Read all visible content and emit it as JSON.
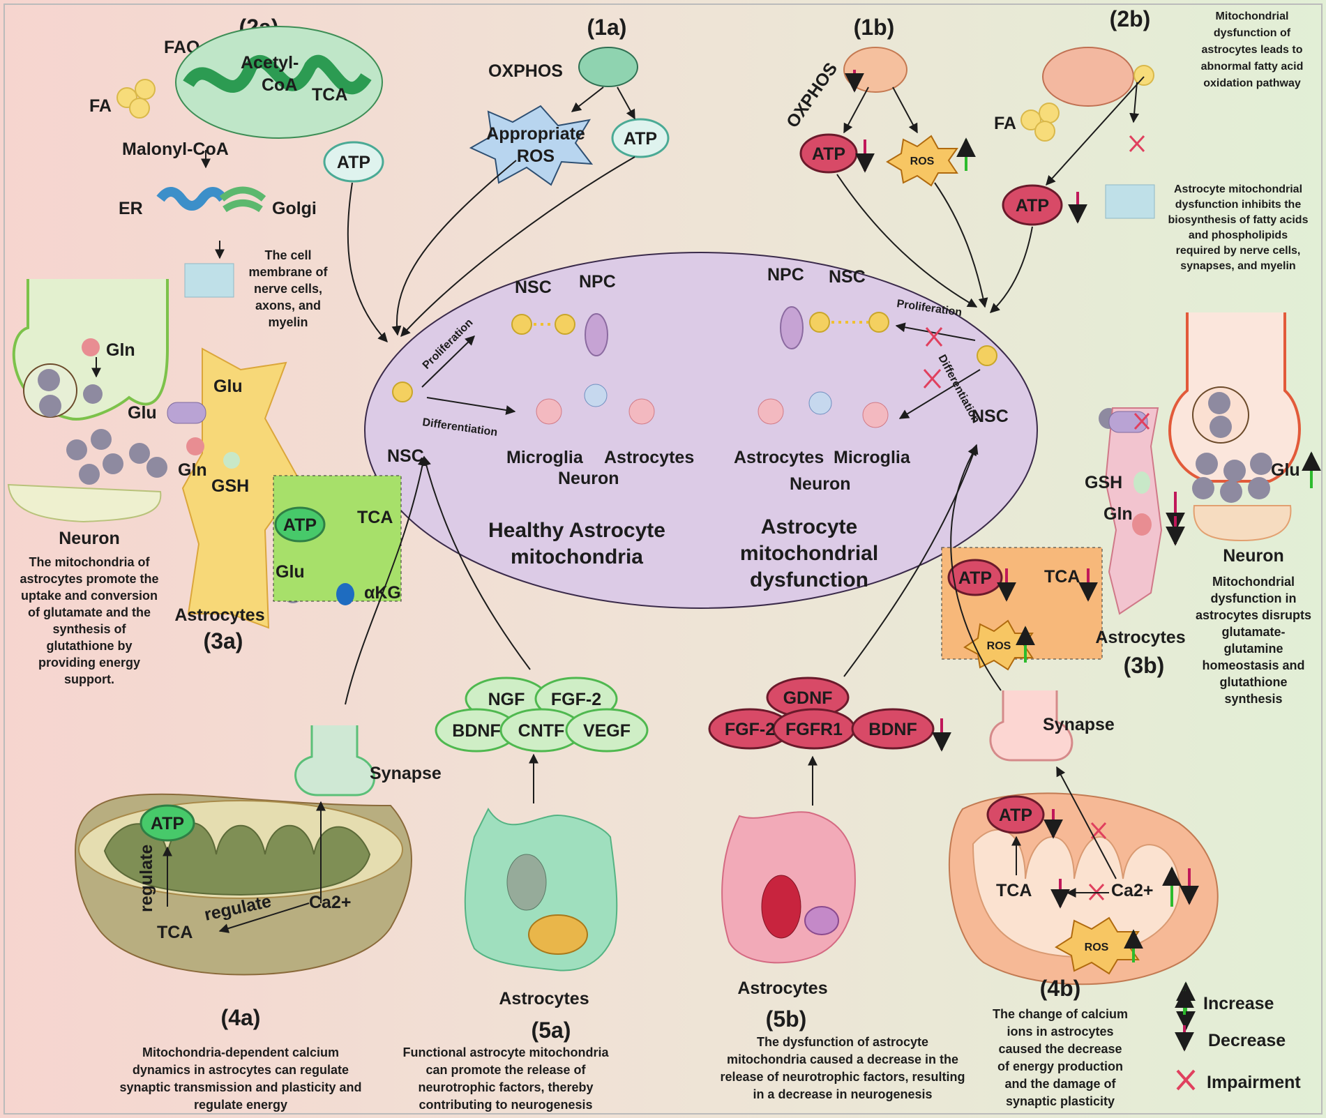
{
  "colors": {
    "left_bg": "#f6d9d2",
    "mid_bg": "#efe2d4",
    "right_bg": "#e5efd9",
    "ellipse": "#dcc8e8",
    "healthy_green": "#47c96a",
    "dysfunction_red": "#d84a67",
    "increase": "#2dbb2d",
    "decrease": "#c0185a"
  },
  "panels": {
    "p1a": {
      "tag": "(1a)",
      "oxphos": "OXPHOS",
      "ros_line1": "Appropriate",
      "ros_line2": "ROS",
      "atp": "ATP"
    },
    "p1b": {
      "tag": "(1b)",
      "oxphos": "OXPHOS",
      "atp": "ATP",
      "ros": "ROS"
    },
    "p2a": {
      "tag": "(2a)",
      "fao": "FAO",
      "fa": "FA",
      "acetyl1": "Acetyl-",
      "acetyl2": "CoA",
      "tca": "TCA",
      "malonyl": "Malonyl-CoA",
      "atp": "ATP",
      "er": "ER",
      "golgi": "Golgi",
      "caption": [
        "The cell",
        "membrane of",
        "nerve cells,",
        "axons, and",
        "myelin"
      ]
    },
    "p2b": {
      "tag": "(2b)",
      "fa": "FA",
      "atp": "ATP",
      "caption_top": [
        "Mitochondrial",
        "dysfunction of",
        "astrocytes leads to",
        "abnormal fatty acid",
        "oxidation pathway"
      ],
      "caption_bottom": [
        "Astrocyte mitochondrial",
        "dysfunction inhibits the",
        "biosynthesis of fatty acids",
        "and phospholipids",
        "required by nerve cells,",
        "synapses, and myelin"
      ]
    },
    "p3a": {
      "tag": "(3a)",
      "neuron": "Neuron",
      "gln": "Gln",
      "glu": "Glu",
      "gsh": "GSH",
      "atp": "ATP",
      "tca": "TCA",
      "akg": "αKG",
      "astrocytes": "Astrocytes",
      "caption": [
        "The mitochondria of",
        "astrocytes promote the",
        "uptake and conversion",
        "of glutamate and the",
        "synthesis of",
        "glutathione by",
        "providing energy",
        "support."
      ]
    },
    "p3b": {
      "tag": "(3b)",
      "neuron": "Neuron",
      "gsh": "GSH",
      "gln": "Gln",
      "glu": "Glu",
      "atp": "ATP",
      "tca": "TCA",
      "ros": "ROS",
      "astrocytes": "Astrocytes",
      "caption": [
        "Mitochondrial",
        "dysfunction in",
        "astrocytes disrupts",
        "glutamate-",
        "glutamine",
        "homeostasis and",
        "glutathione",
        "synthesis"
      ]
    },
    "p4a": {
      "tag": "(4a)",
      "atp": "ATP",
      "tca": "TCA",
      "regulate": "regulate",
      "ca": "Ca2+",
      "synapse": "Synapse",
      "caption": [
        "Mitochondria-dependent calcium",
        "dynamics in astrocytes can regulate",
        "synaptic transmission and plasticity and",
        "regulate energy"
      ]
    },
    "p4b": {
      "tag": "(4b)",
      "atp": "ATP",
      "tca": "TCA",
      "ca": "Ca2+",
      "ros": "ROS",
      "synapse": "Synapse",
      "caption": [
        "The change of calcium",
        "ions in astrocytes",
        "caused the decrease",
        "of energy production",
        "and the damage of",
        "synaptic plasticity"
      ]
    },
    "p5a": {
      "tag": "(5a)",
      "factors": [
        "NGF",
        "FGF-2",
        "BDNF",
        "CNTF",
        "VEGF"
      ],
      "astrocytes": "Astrocytes",
      "caption": [
        "Functional astrocyte mitochondria",
        "can promote the release of",
        "neurotrophic factors, thereby",
        "contributing to neurogenesis"
      ]
    },
    "p5b": {
      "tag": "(5b)",
      "factors": [
        "GDNF",
        "FGF-2",
        "FGFR1",
        "BDNF"
      ],
      "astrocytes": "Astrocytes",
      "caption": [
        "The dysfunction of astrocyte",
        "mitochondria caused a decrease in the",
        "release of neurotrophic factors, resulting",
        "in a decrease in neurogenesis"
      ]
    }
  },
  "center": {
    "healthy_title": [
      "Healthy Astrocyte",
      "mitochondria"
    ],
    "dysfunction_title": [
      "Astrocyte",
      "mitochondrial",
      "dysfunction"
    ],
    "left": {
      "nsc": "NSC",
      "nsc2": "NSC",
      "npc": "NPC",
      "proliferation": "Proliferation",
      "differentiation": "Differentiation",
      "microglia": "Microglia",
      "neuron": "Neuron",
      "astrocytes": "Astrocytes"
    },
    "right": {
      "nsc": "NSC",
      "nsc2": "NSC",
      "npc": "NPC",
      "proliferation": "Proliferation",
      "differentiation": "Differentiation",
      "microglia": "Microglia",
      "neuron": "Neuron",
      "astrocytes": "Astrocytes"
    }
  },
  "legend": {
    "increase": "Increase",
    "decrease": "Decrease",
    "impairment": "Impairment"
  }
}
